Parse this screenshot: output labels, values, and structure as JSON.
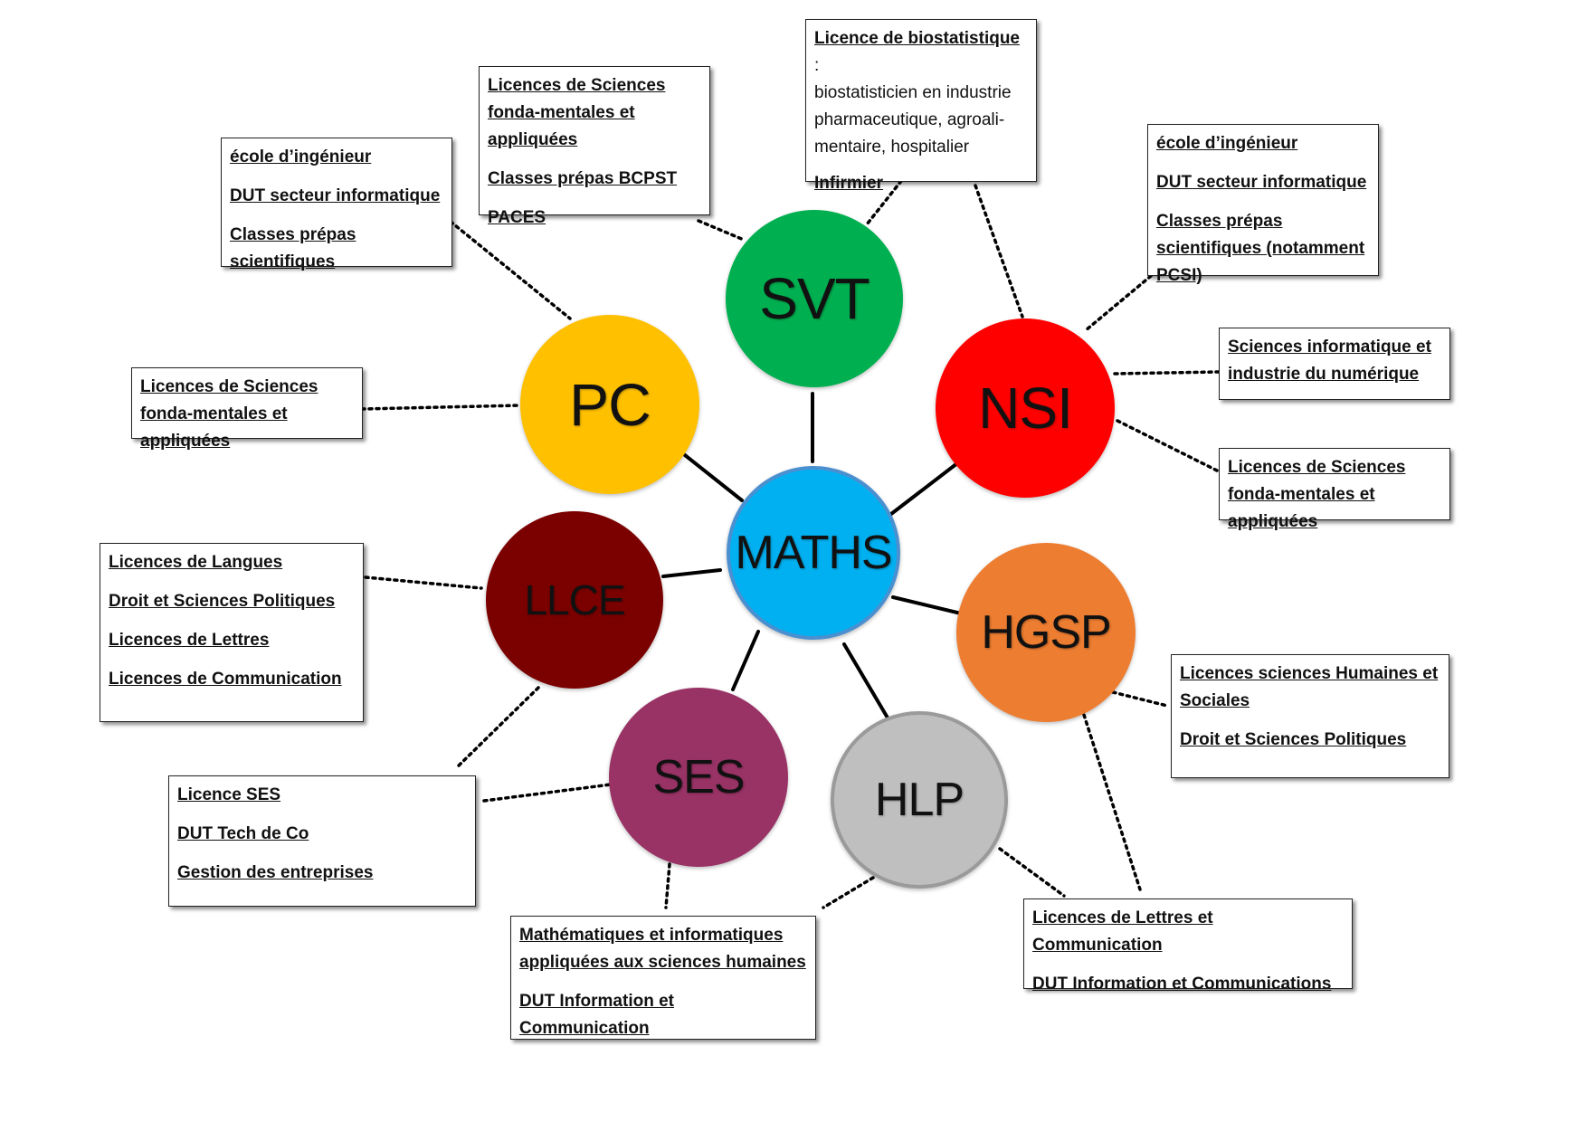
{
  "center": {
    "label": "MATHS",
    "color": "#00b0f0"
  },
  "subjects": {
    "svt": {
      "label": "SVT",
      "color": "#00b050"
    },
    "nsi": {
      "label": "NSI",
      "color": "#ff0000"
    },
    "pc": {
      "label": "PC",
      "color": "#ffc000"
    },
    "llce": {
      "label": "LLCE",
      "color": "#7b0000"
    },
    "hgsp": {
      "label": "HGSP",
      "color": "#ed7d31"
    },
    "ses": {
      "label": "SES",
      "color": "#993366"
    },
    "hlp": {
      "label": "HLP",
      "color": "#bfbfbf"
    }
  },
  "boxes": {
    "pc_top": {
      "items": [
        "école d’ingénieur",
        "DUT secteur informatique",
        "Classes prépas scientifiques"
      ]
    },
    "pc_left": {
      "items": [
        "Licences de Sciences fonda-mentales et appliquées"
      ]
    },
    "svt_left": {
      "items": [
        "Licences de Sciences fonda-mentales et appliquées",
        "Classes prépas BCPST",
        "PACES"
      ]
    },
    "svt_right": {
      "title": "Licence de biostatistique",
      "title_suffix": " :",
      "text": "biostatisticien en industrie pharmaceutique, agroali-mentaire, hospitalier",
      "items": [
        "Infirmier"
      ]
    },
    "nsi_top": {
      "items": [
        "école d’ingénieur",
        "DUT secteur informatique",
        "Classes prépas scientifiques (notamment PCSI)"
      ]
    },
    "nsi_mid": {
      "items": [
        "Sciences informatique et industrie du numérique"
      ]
    },
    "nsi_bottom": {
      "items": [
        "Licences de Sciences fonda-mentales et appliquées"
      ]
    },
    "llce": {
      "items": [
        "Licences de Langues",
        "Droit et Sciences Politiques",
        "Licences de Lettres",
        "Licences de Communication"
      ]
    },
    "ses": {
      "items": [
        "Licence SES",
        "DUT Tech de Co",
        "Gestion des entreprises"
      ]
    },
    "hlp_left": {
      "items": [
        "Mathématiques et informatiques appliquées aux sciences humaines",
        "DUT Information et Communication"
      ]
    },
    "hgsp": {
      "items": [
        "Licences sciences Humaines et Sociales",
        "Droit et Sciences Politiques"
      ]
    },
    "hlp_right": {
      "items": [
        "Licences de Lettres et Communication",
        "DUT Information et Communications"
      ]
    }
  }
}
